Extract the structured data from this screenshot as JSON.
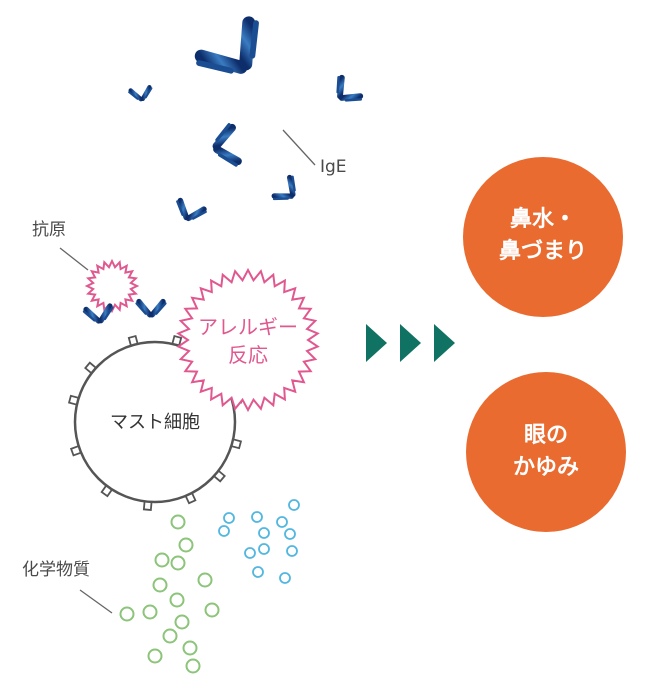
{
  "labels": {
    "ige": "IgE",
    "antigen": "抗原",
    "mast_cell": "マスト細胞",
    "chemicals": "化学物質",
    "reaction_line1": "アレルギー",
    "reaction_line2": "反応"
  },
  "outcomes": [
    {
      "line1": "鼻水・",
      "line2": "鼻づまり"
    },
    {
      "line1": "眼の",
      "line2": "かゆみ"
    }
  ],
  "colors": {
    "antibody_dark": "#0d2d6b",
    "antibody_light": "#2e6fb5",
    "reaction_pink": "#e0588f",
    "arrow_green": "#0f7262",
    "outcome_orange": "#ea6b30",
    "chem_green": "#8cc47a",
    "chem_blue": "#52b7e0",
    "cell_stroke": "#555555"
  },
  "icons": [
    "ige-antibody-icon",
    "antigen-burst-icon",
    "allergy-reaction-burst-icon",
    "arrow-right-icon"
  ]
}
